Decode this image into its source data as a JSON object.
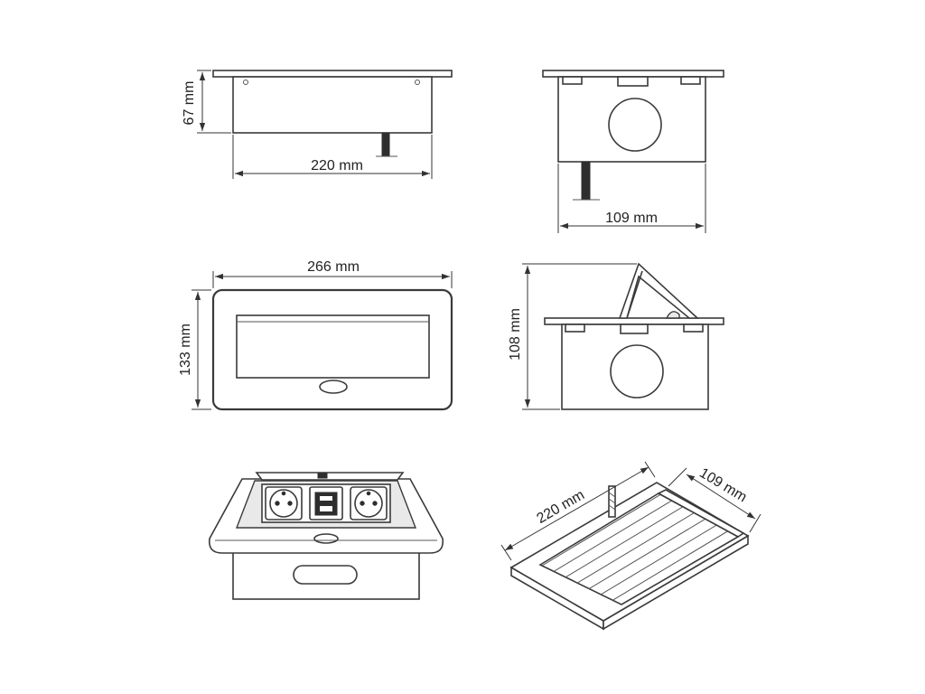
{
  "dimensions": {
    "side_height": "67 mm",
    "side_width": "220 mm",
    "end_depth": "109 mm",
    "top_width": "266 mm",
    "top_height": "133 mm",
    "open_height": "108 mm",
    "cutout_length": "220 mm",
    "cutout_width": "109 mm"
  },
  "colors": {
    "line": "#3a3a3a",
    "background": "#ffffff"
  }
}
